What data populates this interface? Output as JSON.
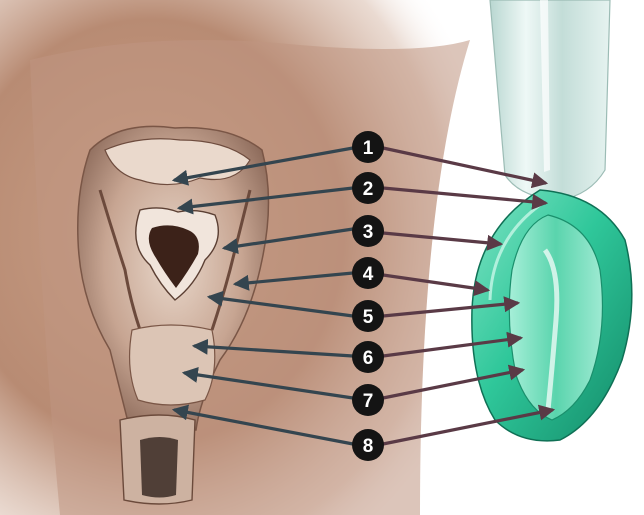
{
  "figure": {
    "subjects": [
      "laryngeal-anatomy-illustration",
      "laryngeal-mask-airway-cuff"
    ],
    "marker_color": "#141414",
    "marker_text_color": "#ffffff",
    "arrow_color_left": "#34454f",
    "arrow_color_right": "#5a3a46",
    "cuff_color": "#2fc79a",
    "tube_color": "#cfe7e2"
  },
  "markers": [
    {
      "label": "1"
    },
    {
      "label": "2"
    },
    {
      "label": "3"
    },
    {
      "label": "4"
    },
    {
      "label": "5"
    },
    {
      "label": "6"
    },
    {
      "label": "7"
    },
    {
      "label": "8"
    }
  ]
}
